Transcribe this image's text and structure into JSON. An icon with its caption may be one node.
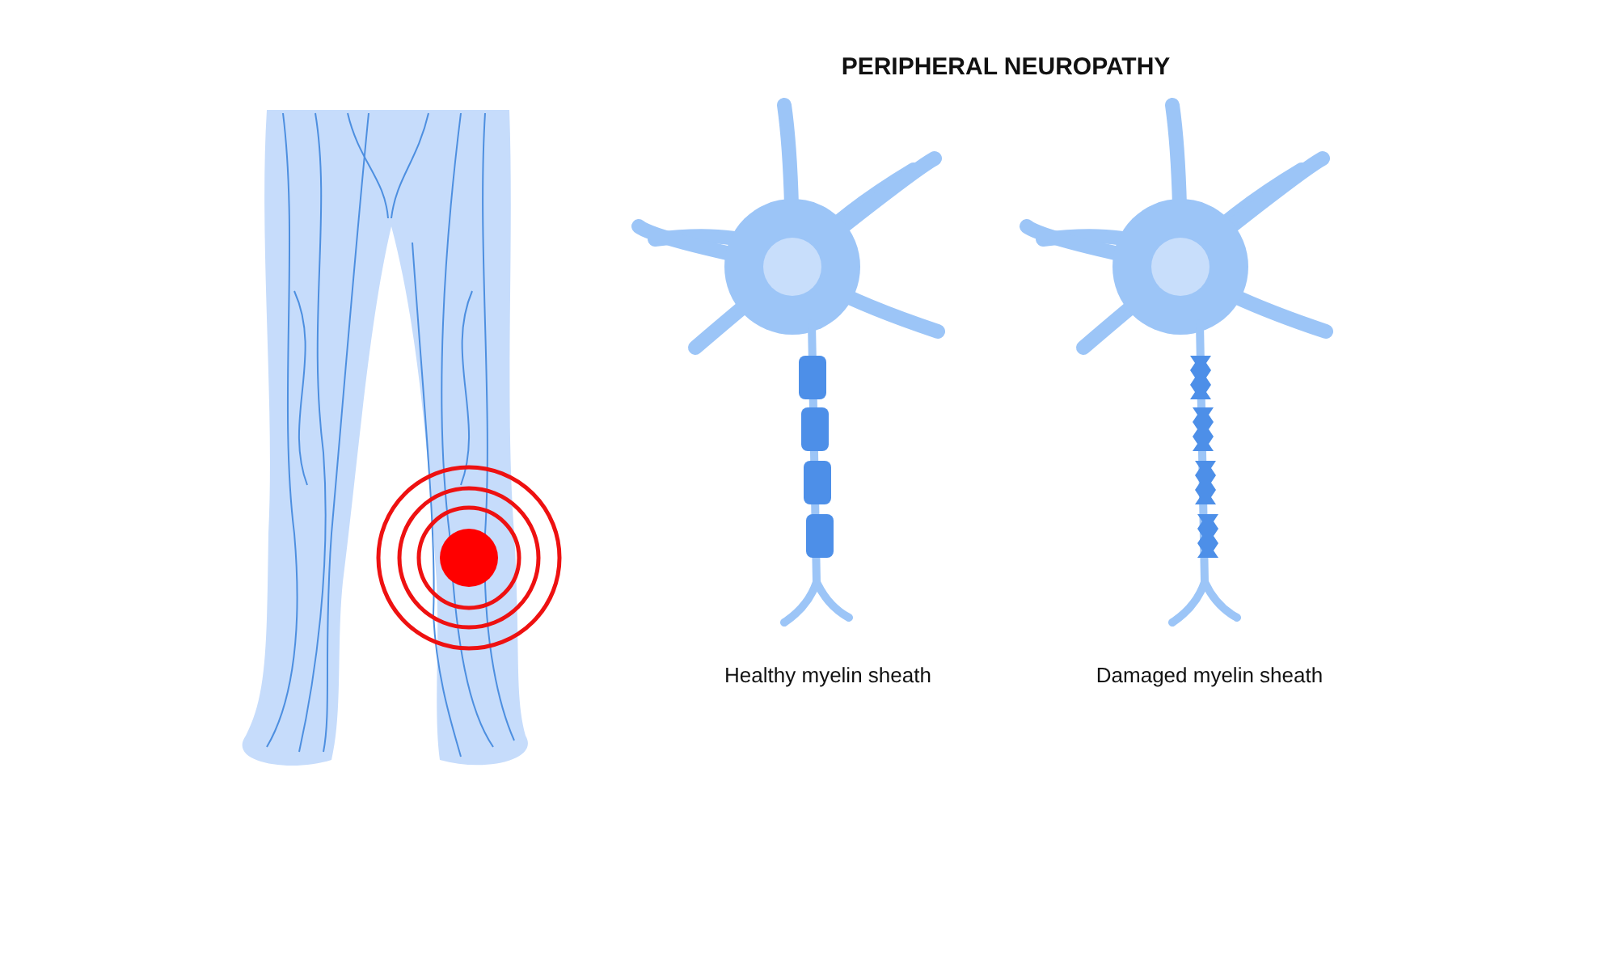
{
  "diagram": {
    "title": "PERIPHERAL NEUROPATHY",
    "labels": [
      "Healthy myelin sheath",
      "Damaged myelin sheath"
    ]
  }
}
